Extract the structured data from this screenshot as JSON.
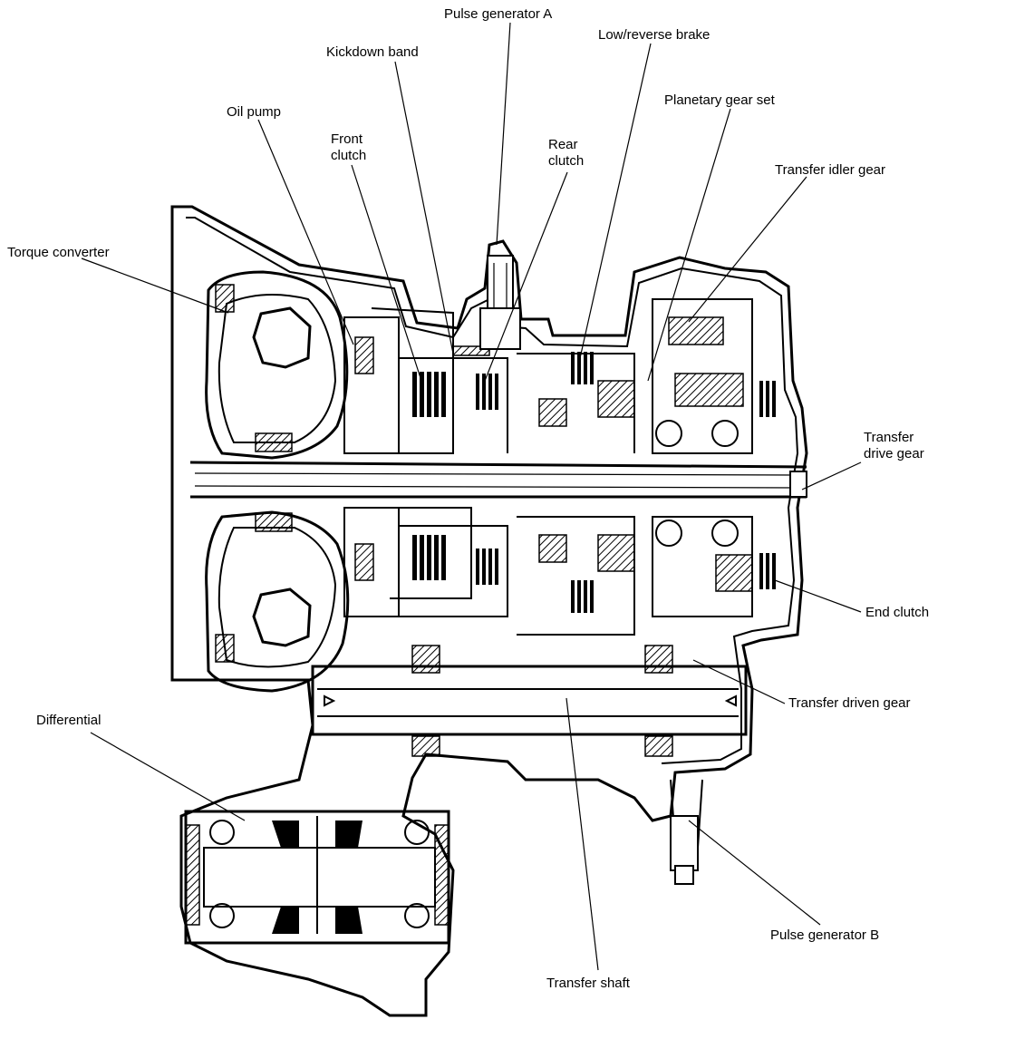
{
  "labels": {
    "pulse_generator_a": "Pulse generator A",
    "kickdown_band": "Kickdown band",
    "low_reverse_brake": "Low/reverse brake",
    "planetary_gear_set": "Planetary gear set",
    "oil_pump": "Oil pump",
    "front_clutch_1": "Front",
    "front_clutch_2": "clutch",
    "rear_clutch_1": "Rear",
    "rear_clutch_2": "clutch",
    "transfer_idler_gear": "Transfer idler gear",
    "torque_converter": "Torque converter",
    "transfer_drive_gear_1": "Transfer",
    "transfer_drive_gear_2": "drive gear",
    "end_clutch": "End clutch",
    "transfer_driven_gear": "Transfer driven gear",
    "differential": "Differential",
    "pulse_generator_b": "Pulse generator B",
    "transfer_shaft": "Transfer shaft"
  }
}
